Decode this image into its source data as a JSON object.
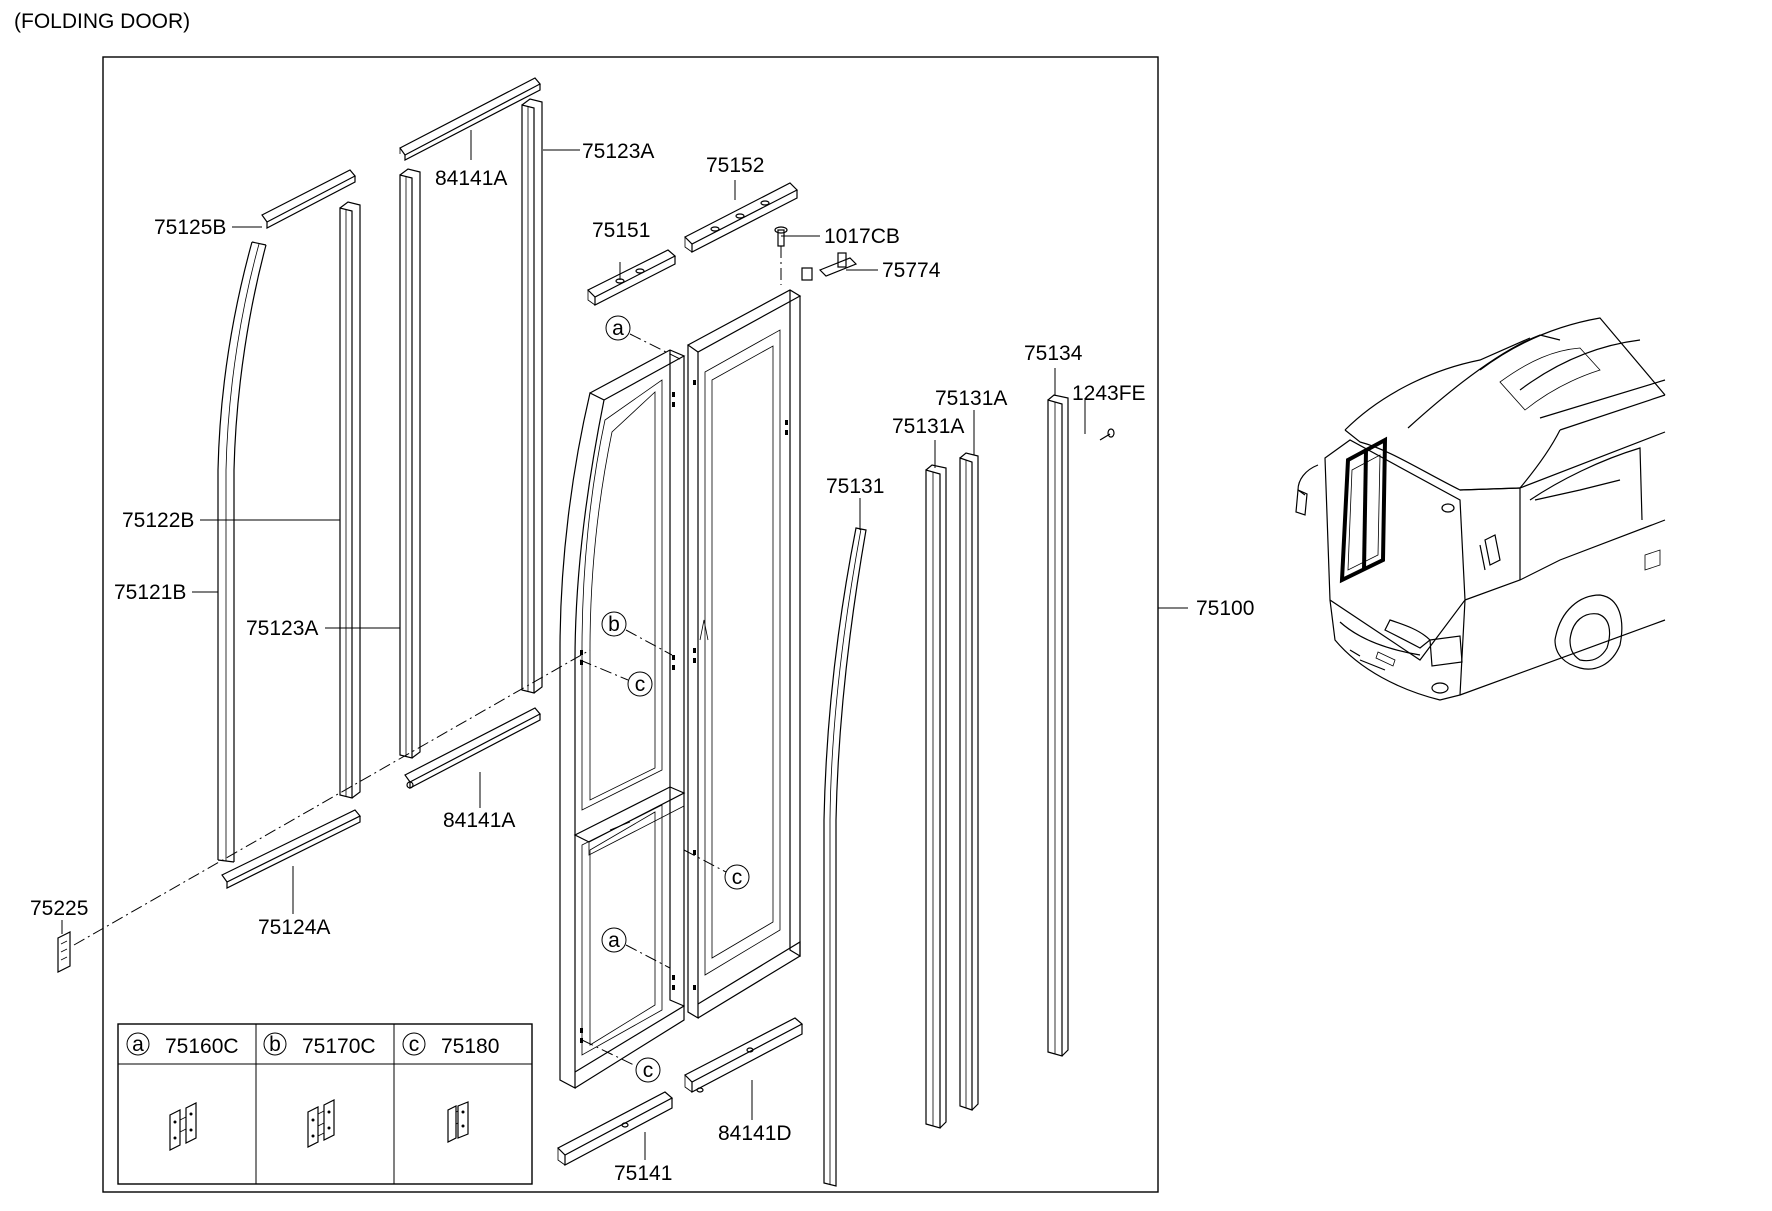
{
  "title": "(FOLDING DOOR)",
  "parts": {
    "p84141A_top": "84141A",
    "p75123A_top": "75123A",
    "p75152": "75152",
    "p75125B": "75125B",
    "p75151": "75151",
    "p1017CB": "1017CB",
    "p75774": "75774",
    "p75134": "75134",
    "p75131A_1": "75131A",
    "p1243FE": "1243FE",
    "p75131A_2": "75131A",
    "p75131": "75131",
    "p75122B": "75122B",
    "p75121B": "75121B",
    "p75123A_mid": "75123A",
    "p75100": "75100",
    "p84141A_bot": "84141A",
    "p75225": "75225",
    "p75124A": "75124A",
    "p84141D": "84141D",
    "p75141": "75141"
  },
  "callouts": {
    "a": "a",
    "b": "b",
    "c": "c"
  },
  "legend": {
    "a_part": "75160C",
    "b_part": "75170C",
    "c_part": "75180"
  }
}
